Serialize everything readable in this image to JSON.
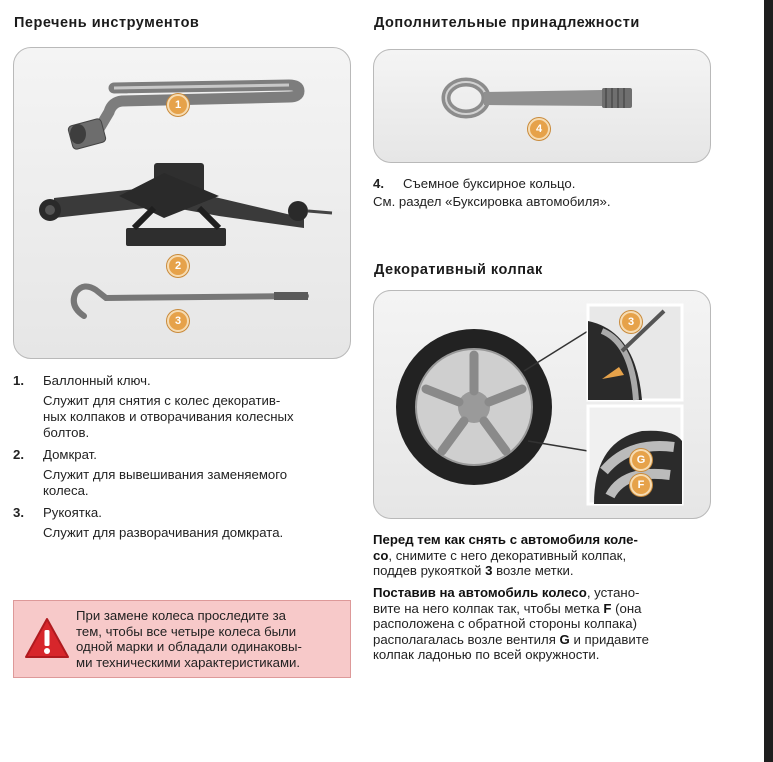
{
  "tools": {
    "heading": "Перечень инструментов",
    "items": [
      {
        "num": "1.",
        "title": "Баллонный ключ.",
        "desc": [
          "Служит для снятия с колес декоратив-",
          "ных колпаков и отворачивания колесных",
          "болтов."
        ]
      },
      {
        "num": "2.",
        "title": "Домкрат.",
        "desc": [
          "Служит для вывешивания заменяемого",
          "колеса."
        ]
      },
      {
        "num": "3.",
        "title": "Рукоятка.",
        "desc": [
          "Служит для разворачивания домкрата."
        ]
      }
    ],
    "badges": [
      "1",
      "2",
      "3"
    ]
  },
  "accessories": {
    "heading": "Дополнительные принадлежности",
    "badge": "4",
    "item_num": "4.",
    "item_text": "Съемное буксирное кольцо.",
    "see_also": "См. раздел «Буксировка автомобиля»."
  },
  "hubcap": {
    "heading": "Декоративный колпак",
    "badges": [
      "3",
      "G",
      "F"
    ],
    "p1": {
      "bold1": "Перед тем как снять с автомобиля коле-",
      "bold2": "со",
      "rest2": ", снимите с него декоративный колпак,",
      "line3_a": "поддев рукояткой ",
      "line3_b": "3",
      "line3_c": " возле метки."
    },
    "p2": {
      "bold1": "Поставив на автомобиль колесо",
      "rest1": ", устано-",
      "line2_a": "вите на него колпак так, чтобы метка ",
      "line2_b": "F",
      "line2_c": " (она",
      "line3": "расположена с обратной стороны колпака)",
      "line4_a": "располагалась возле вентиля ",
      "line4_b": "G",
      "line4_c": " и придавите",
      "line5": "колпак ладонью по всей окружности."
    }
  },
  "warning": {
    "icon": "warning-triangle-icon",
    "lines": [
      "При замене колеса проследите за",
      "тем, чтобы все четыре колеса были",
      "одной марки и обладали одинаковы-",
      "ми техническими характеристиками."
    ]
  }
}
